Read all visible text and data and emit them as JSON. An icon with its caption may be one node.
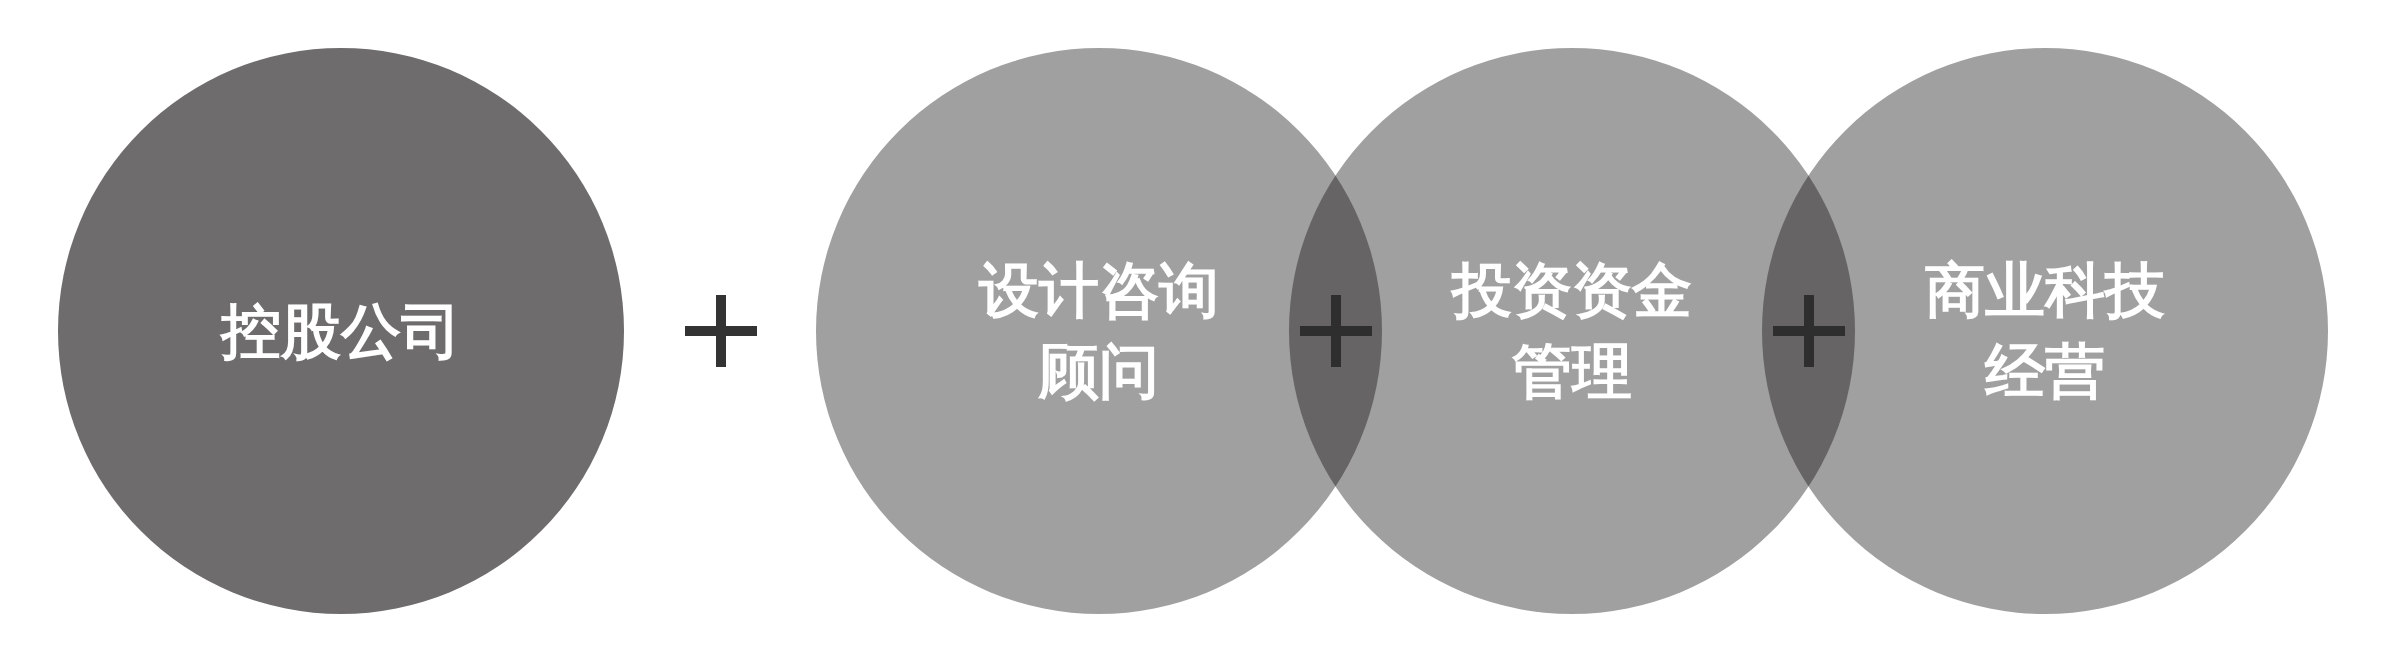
{
  "diagram": {
    "nodes": [
      {
        "text": [
          "控股公司"
        ]
      },
      {
        "text": [
          "设计咨询顾问"
        ]
      },
      {
        "text": [
          "投资资金管理"
        ]
      },
      {
        "text": [
          "商业科技经营"
        ]
      }
    ]
  }
}
